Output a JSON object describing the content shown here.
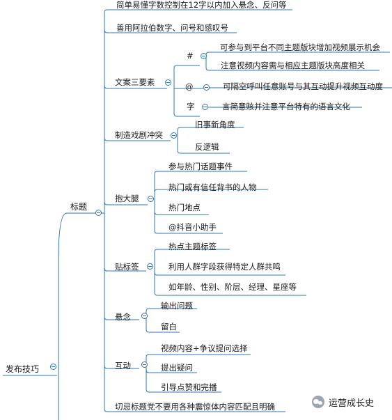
{
  "root": "发布技巧",
  "title_branch": "标题",
  "top_items": [
    "简单易懂字数控制在12字以内加入悬念、反问等",
    "善用阿拉伯数字、问号和感叹号"
  ],
  "copy_elements": {
    "label": "文案三要素",
    "hash": {
      "symbol": "#",
      "items": [
        "可参与到平台不同主题版块增加视频展示机会",
        "注意视频内容需与相应主题版块高度相关"
      ]
    },
    "at": {
      "symbol": "@",
      "items": [
        "可隔空呼叫任意账号与其互动提升视频互动度"
      ]
    },
    "zi": {
      "symbol": "字",
      "items": [
        "言简意赅并注意平台特有的语言文化"
      ]
    }
  },
  "drama": {
    "label": "制造戏剧冲突",
    "items": [
      "旧事新角度",
      "反逻辑"
    ]
  },
  "leverage": {
    "label": "抱大腿",
    "items": [
      "参与热门话题事件",
      "热门或有信任背书的人物",
      "热门地点",
      "@抖音小助手"
    ]
  },
  "tags": {
    "label": "贴标签",
    "items": [
      "热点主题标签",
      "利用人群字段获得特定人群共鸣",
      "如年龄、性别、阶层、经理、星座等"
    ]
  },
  "suspense": {
    "label": "悬念",
    "items": [
      "输出问题",
      "留白"
    ]
  },
  "interaction": {
    "label": "互动",
    "items": [
      "视频内容+争议提问选择",
      "提出疑问",
      "引导点赞和完播"
    ]
  },
  "bottom_item": "切忌标题党不要用各种震惊体内容匹配且明确",
  "watermark": "运营成长史",
  "colors": {
    "line": "#2e75b6"
  }
}
